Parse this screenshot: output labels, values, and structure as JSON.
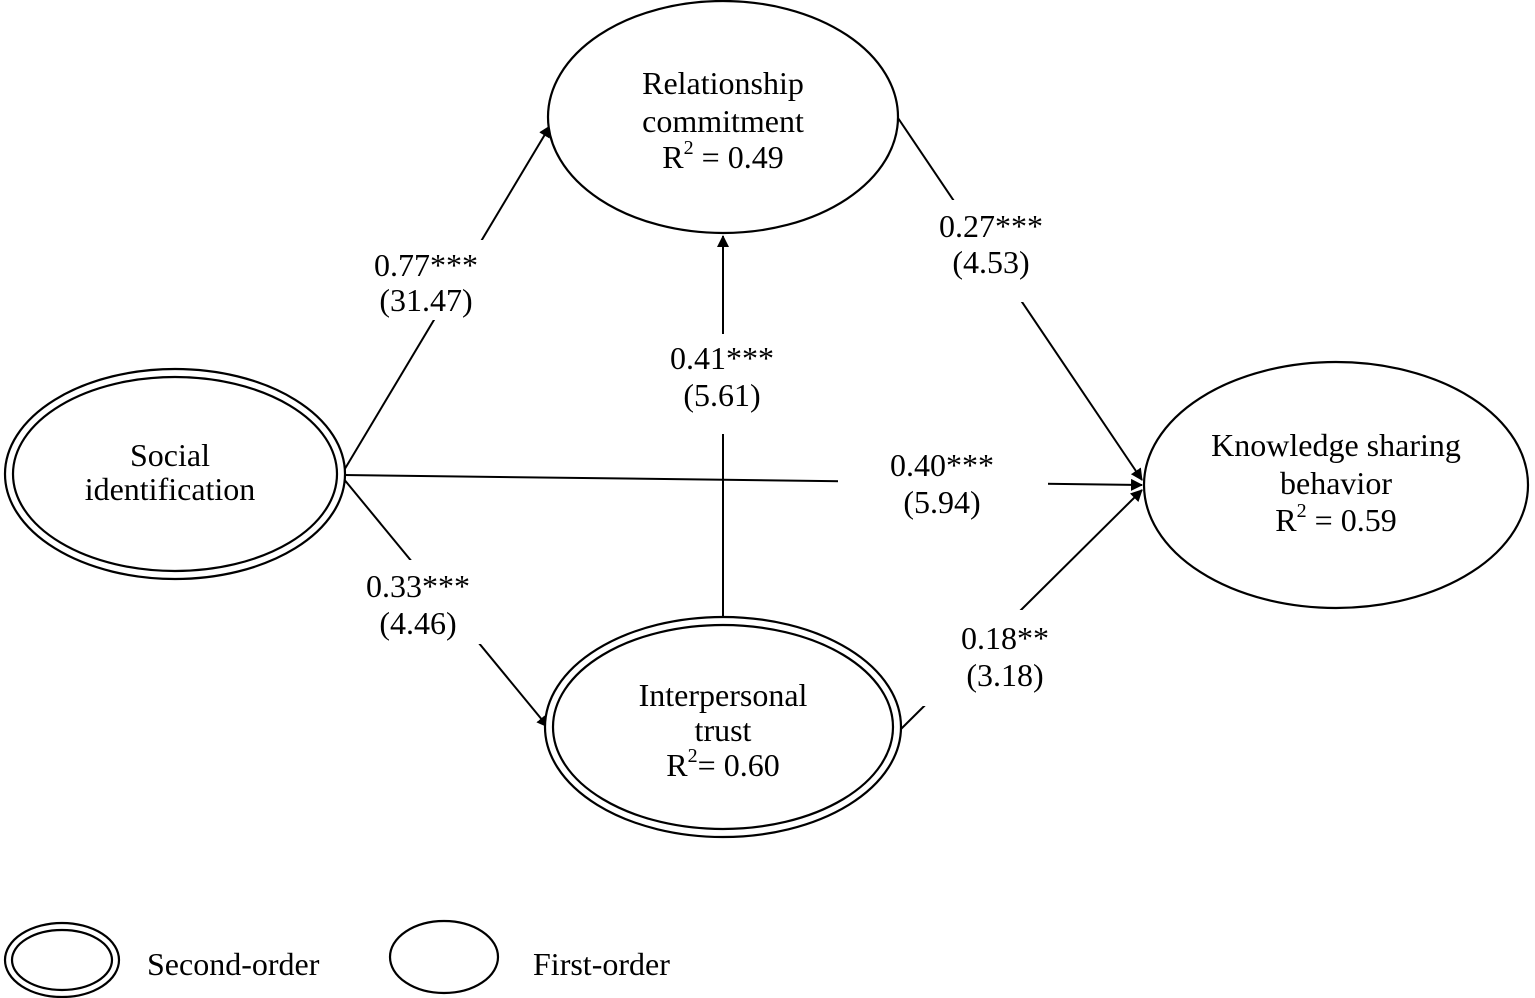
{
  "nodes": {
    "social_identification": {
      "line1": "Social",
      "line2": "identification"
    },
    "relationship_commitment": {
      "line1": "Relationship",
      "line2": "commitment",
      "r2_prefix": "R",
      "r2_sup": "2",
      "r2_value": " = 0.49"
    },
    "interpersonal_trust": {
      "line1": "Interpersonal",
      "line2": "trust",
      "r2_prefix": "R",
      "r2_sup": "2",
      "r2_value": "= 0.60"
    },
    "knowledge_sharing": {
      "line1": "Knowledge sharing",
      "line2": "behavior",
      "r2_prefix": "R",
      "r2_sup": "2",
      "r2_value": " = 0.59"
    }
  },
  "paths": [
    {
      "from": "Social identification",
      "to": "Relationship commitment",
      "coef": "0.77***",
      "t": "(31.47)"
    },
    {
      "from": "Social identification",
      "to": "Interpersonal trust",
      "coef": "0.33***",
      "t": "(4.46)"
    },
    {
      "from": "Social identification",
      "to": "Knowledge sharing behavior",
      "coef": "0.40***",
      "t": "(5.94)"
    },
    {
      "from": "Interpersonal trust",
      "to": "Relationship commitment",
      "coef": "0.41***",
      "t": "(5.61)"
    },
    {
      "from": "Relationship commitment",
      "to": "Knowledge sharing behavior",
      "coef": "0.27***",
      "t": "(4.53)"
    },
    {
      "from": "Interpersonal trust",
      "to": "Knowledge sharing behavior",
      "coef": "0.18**",
      "t": "(3.18)"
    }
  ],
  "legend": {
    "second_order": "Second-order",
    "first_order": "First-order"
  }
}
